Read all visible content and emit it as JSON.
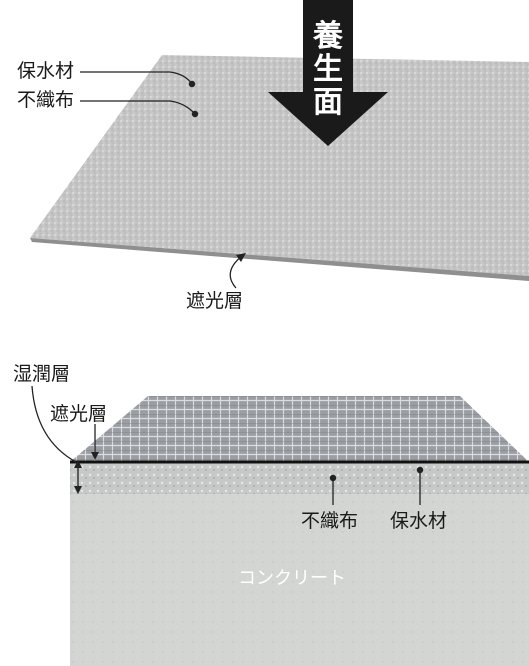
{
  "top": {
    "arrow_chars": [
      "養",
      "生",
      "面"
    ],
    "labels": {
      "water_retention": "保水材",
      "nonwoven": "不織布",
      "light_shield": "遮光層"
    }
  },
  "bottom": {
    "labels": {
      "moisture_layer": "湿潤層",
      "light_shield": "遮光層",
      "nonwoven": "不織布",
      "water_retention": "保水材",
      "concrete": "コンクリート"
    }
  },
  "colors": {
    "arrow": "#1a1a1a",
    "sheet_gray": "#c9c9c9",
    "concrete": "#d2d4d1",
    "foil": "#8d9196",
    "leader": "#222222"
  }
}
